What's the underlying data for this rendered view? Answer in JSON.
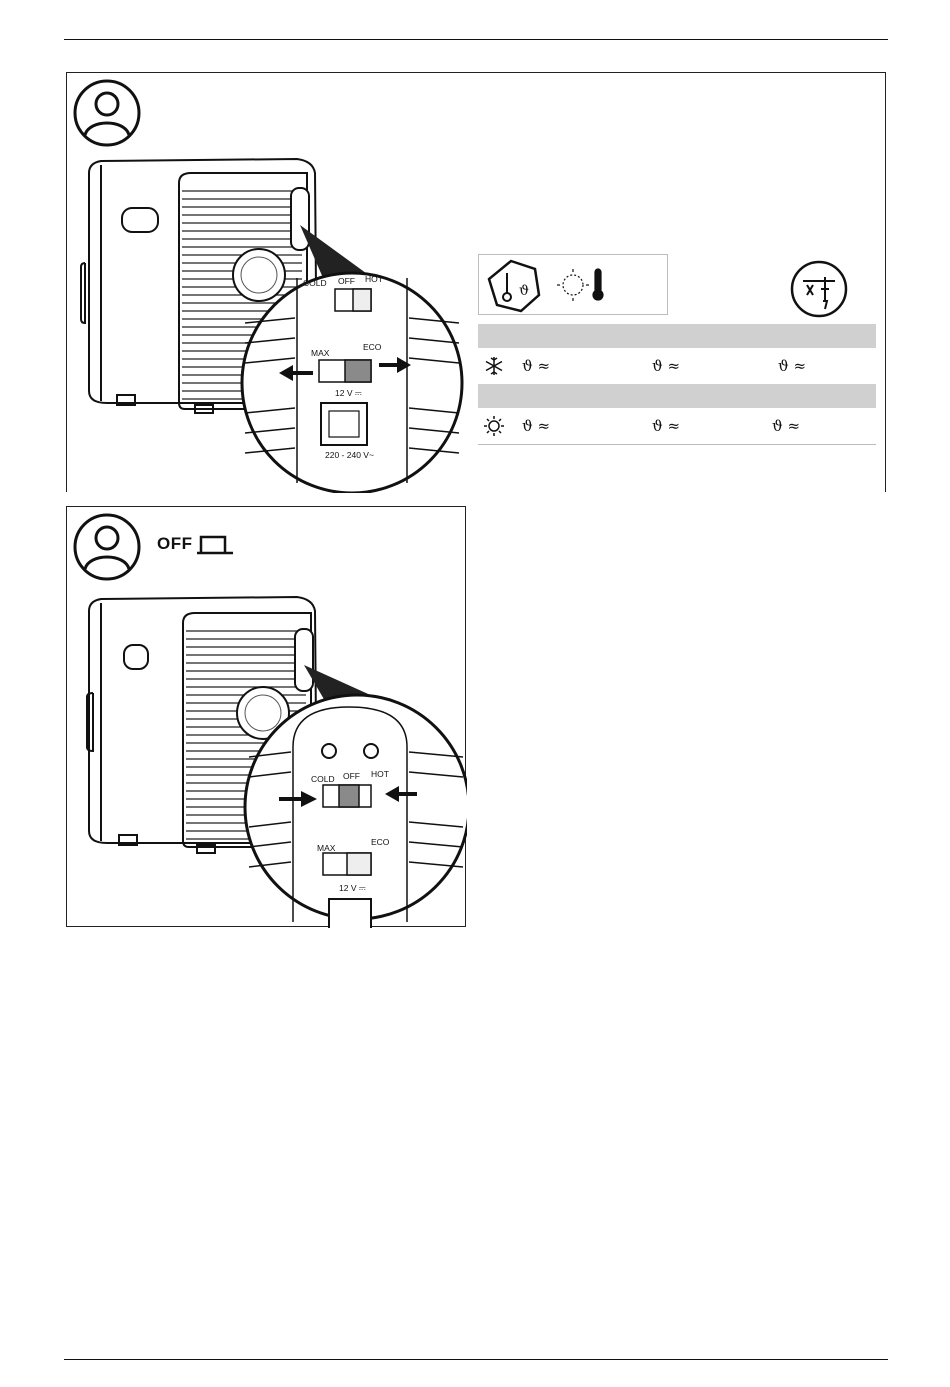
{
  "panel1": {
    "switch_top": {
      "cold": "COLD",
      "off": "OFF",
      "hot": "HOT"
    },
    "switch_mode": {
      "max": "MAX",
      "eco": "ECO"
    },
    "dc_label": "12 V ⎓",
    "ac_label": "220 - 240 V~"
  },
  "table": {
    "rows": [
      {
        "type": "cooling",
        "cells": [
          "ϑ ≈",
          "ϑ ≈",
          "ϑ ≈"
        ]
      },
      {
        "type": "heating",
        "cells": [
          "ϑ ≈",
          "ϑ ≈",
          "ϑ ≈"
        ]
      }
    ]
  },
  "panel2": {
    "off_label": "OFF",
    "switch_top": {
      "cold": "COLD",
      "off": "OFF",
      "hot": "HOT"
    },
    "switch_mode": {
      "max": "MAX",
      "eco": "ECO"
    },
    "dc_label": "12 V ⎓"
  }
}
